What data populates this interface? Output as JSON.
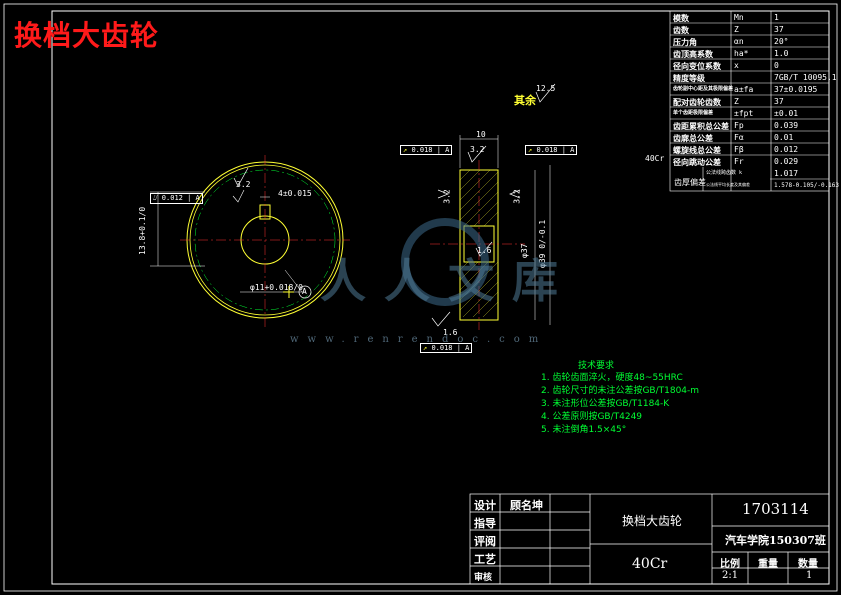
{
  "title": "换档大齿轮",
  "param_table": {
    "rows": [
      {
        "label": "模数",
        "sym": "Mn",
        "val": "1"
      },
      {
        "label": "齿数",
        "sym": "Z",
        "val": "37"
      },
      {
        "label": "压力角",
        "sym": "αn",
        "val": "20°"
      },
      {
        "label": "齿顶高系数",
        "sym": "ha*",
        "val": "1.0"
      },
      {
        "label": "径向变位系数",
        "sym": "x",
        "val": "0"
      },
      {
        "label": "精度等级",
        "sym": "",
        "val": "7GB/T 10095.1"
      },
      {
        "label": "齿轮副中心距及其极限偏差",
        "sym": "a±fa",
        "val": "37±0.0195"
      },
      {
        "label": "配对齿轮齿数",
        "sym": "Z",
        "val": "37"
      },
      {
        "label": "单个齿距极限偏差",
        "sym": "±fpt",
        "val": "±0.01"
      },
      {
        "label": "齿距累积总公差",
        "sym": "Fp",
        "val": "0.039"
      },
      {
        "label": "齿廓总公差",
        "sym": "Fα",
        "val": "0.01"
      },
      {
        "label": "螺旋线总公差",
        "sym": "Fβ",
        "val": "0.012"
      },
      {
        "label": "径向跳动公差",
        "sym": "Fr",
        "val": "0.029"
      },
      {
        "label": "",
        "sym": "公法线跨齿数 k",
        "val": "1.017"
      },
      {
        "label": "齿厚偏差",
        "sym": "公法线平均长度及其偏差",
        "val": "1.578-0.105/-0.163"
      }
    ]
  },
  "material_side": "40Cr",
  "surface_rest": "其余",
  "roughness": {
    "rest": "12.5",
    "hub": "3.2",
    "face_left": "3.2",
    "face_right": "3.2",
    "bore": "1.6",
    "tooth": "1.6",
    "keyway": "3.2"
  },
  "tolerance_frames": {
    "left_view": "0.012",
    "top_left": "0.018",
    "top_right": "0.018",
    "bottom": "0.018",
    "datum": "A"
  },
  "dims": {
    "keyway_width": "4±0.015",
    "keyway_depth": "13.8+0.1/0",
    "bore_dia": "φ11+0.018/0",
    "width": "10",
    "inner_dia": "φ37",
    "outer_dia": "φ39 0/-0.1"
  },
  "notes": {
    "heading": "技术要求",
    "items": [
      "1. 齿轮齿面淬火，硬度48~55HRC",
      "2. 齿轮尺寸的未注公差按GB/T1804-m",
      "3. 未注形位公差按GB/T1184-K",
      "4. 公差原则按GB/T4249",
      "5. 未注倒角1.5×45°"
    ]
  },
  "watermark": {
    "text": "人人文库",
    "url": "www.renrendoc.com"
  },
  "title_block": {
    "role_design": "设计",
    "designer": "顾名坤",
    "role_guide": "指导",
    "role_review": "评阅",
    "role_process": "工艺",
    "role_approve": "审核",
    "part_name": "换档大齿轮",
    "drawing_no": "1703114",
    "material": "40Cr",
    "school": "汽车学院150307班",
    "scale_label": "比例",
    "weight_label": "重量",
    "qty_label": "数量",
    "scale": "2:1",
    "qty": "1"
  }
}
